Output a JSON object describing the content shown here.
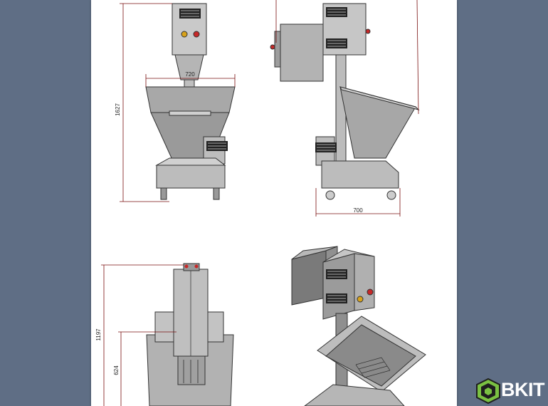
{
  "colors": {
    "background": "#5f6e85",
    "sheet": "#ffffff",
    "machine_light": "#b9b9b9",
    "machine_dark": "#6b6b6b",
    "dimension_line": "#7a1010",
    "logo_green": "#7ac142"
  },
  "views": {
    "front": {
      "height_dimension": "1627",
      "width_dimension": "720"
    },
    "side": {
      "base_width_dimension": "700"
    },
    "top": {
      "overall_dimension": "1197",
      "inner_dimension": "624"
    },
    "isometric": {}
  },
  "logo": {
    "text": "BKIT",
    "icon": "cube-icon"
  }
}
